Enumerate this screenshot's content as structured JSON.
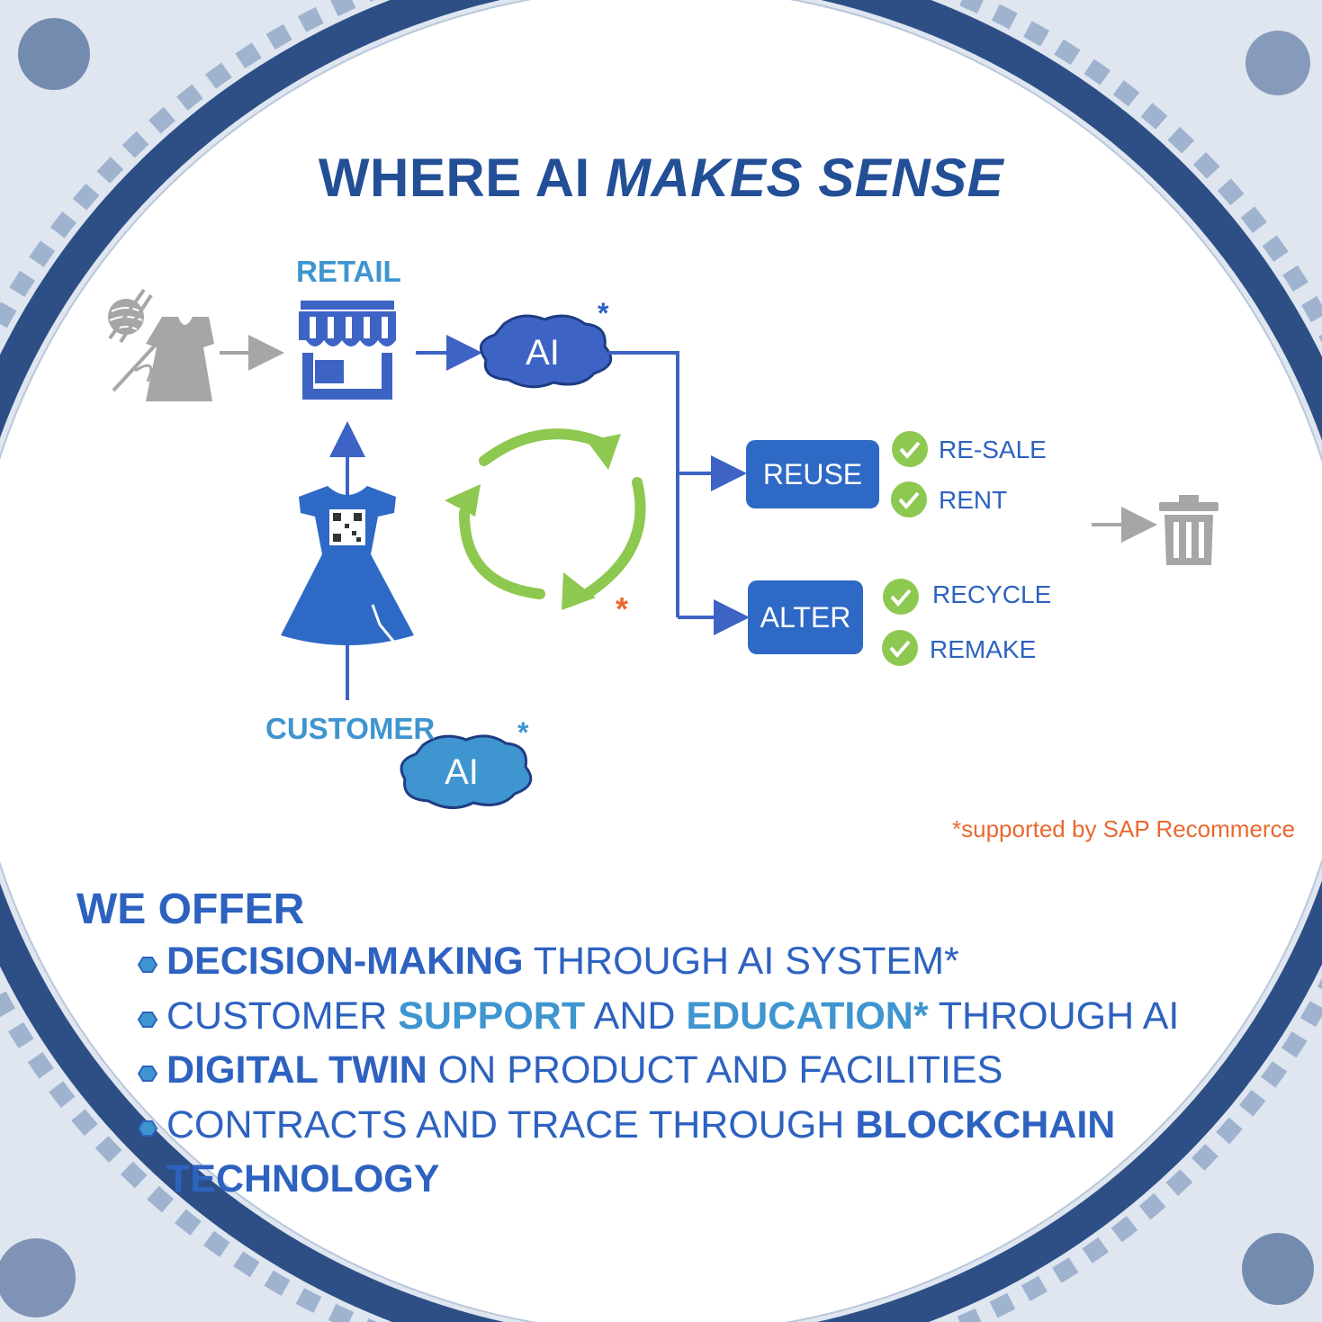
{
  "title": {
    "part1": "WHERE AI ",
    "part2": "MAKES SENSE"
  },
  "diagram": {
    "retail_label": "RETAIL",
    "customer_label": "CUSTOMER",
    "ai_label_top": "AI",
    "ai_label_bottom": "AI",
    "asterisk": "*",
    "reuse_label": "REUSE",
    "alter_label": "ALTER",
    "reuse_options": [
      "RE-SALE",
      "RENT"
    ],
    "alter_options": [
      "RECYCLE",
      "REMAKE"
    ],
    "footnote": "*supported by SAP Recommerce"
  },
  "offer": {
    "heading": "WE OFFER",
    "item1": {
      "bold": "DECISION-MAKING",
      "rest": " THROUGH AI SYSTEM*"
    },
    "item2": {
      "p1": "CUSTOMER ",
      "b1": "SUPPORT",
      "p2": " AND ",
      "b2": "EDUCATION*",
      "p3": " THROUGH AI"
    },
    "item3": {
      "bold": "DIGITAL TWIN",
      "rest": " ON PRODUCT AND FACILITIES"
    },
    "item4": {
      "p1": "CONTRACTS AND TRACE THROUGH ",
      "b1": "BLOCKCHAIN",
      "line2": "TECHNOLOGY"
    }
  },
  "colors": {
    "dark_blue": "#234f96",
    "blue": "#2d62c0",
    "light_blue": "#3e95cf",
    "green": "#8dc850",
    "orange": "#e8692f",
    "gray": "#a7a5a5"
  },
  "icons": [
    "yarn-icon",
    "dress-icon",
    "needle-icon",
    "store-icon",
    "cloud-icon",
    "recycle-cycle-icon",
    "qr-dress-icon",
    "check-icon",
    "trash-icon"
  ]
}
